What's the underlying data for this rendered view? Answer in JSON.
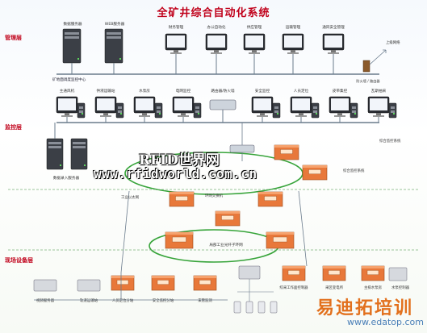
{
  "title": "全矿井综合自动化系统",
  "layers": {
    "management": "管理层",
    "monitoring": "监控层",
    "field": "现场设备层"
  },
  "management_servers": [
    "数据服务器",
    "WEB服务器"
  ],
  "management_terminals": [
    "财务管理",
    "办公自动化",
    "供应管理",
    "运输管理",
    "通风安全管理"
  ],
  "internet_label": "上级网络",
  "firewall_label": "防火墙 / 路由器",
  "dispatch_center": "矿地面调度监控中心",
  "monitoring_stations": [
    "主通风机",
    "供液运输站",
    "水泵房",
    "电网监控",
    "路由器/防火墙",
    "安全监控",
    "人员定位",
    "皮带集控",
    "瓦斯抽采"
  ],
  "backup_servers": [
    "数据录入服务器"
  ],
  "ring_network_top": "工业以太网",
  "ring_network_mid": "环网交换机",
  "ring_network_local": "局部工业光纤子环网",
  "side_labels": [
    "综合监控系统",
    "综合监控系统",
    "工业以太网"
  ],
  "field_devices": [
    "视频服务器",
    "轨道运输站",
    "人员定位分站",
    "安全监控分站",
    "束管监测",
    "综采工作面控制器",
    "采区变电所",
    "主排水泵房",
    "水泵控制器"
  ],
  "watermark": {
    "line1": "RFID世界网",
    "line2": "www.rfidworld.com.cn"
  },
  "brand": {
    "name": "易迪拓培训",
    "url": "www.edatop.com"
  },
  "colors": {
    "accent_red": "#c0001a",
    "switch_orange": "#e8783a",
    "ring_green": "#37a43a",
    "bus_gray": "#6a7b8c"
  }
}
